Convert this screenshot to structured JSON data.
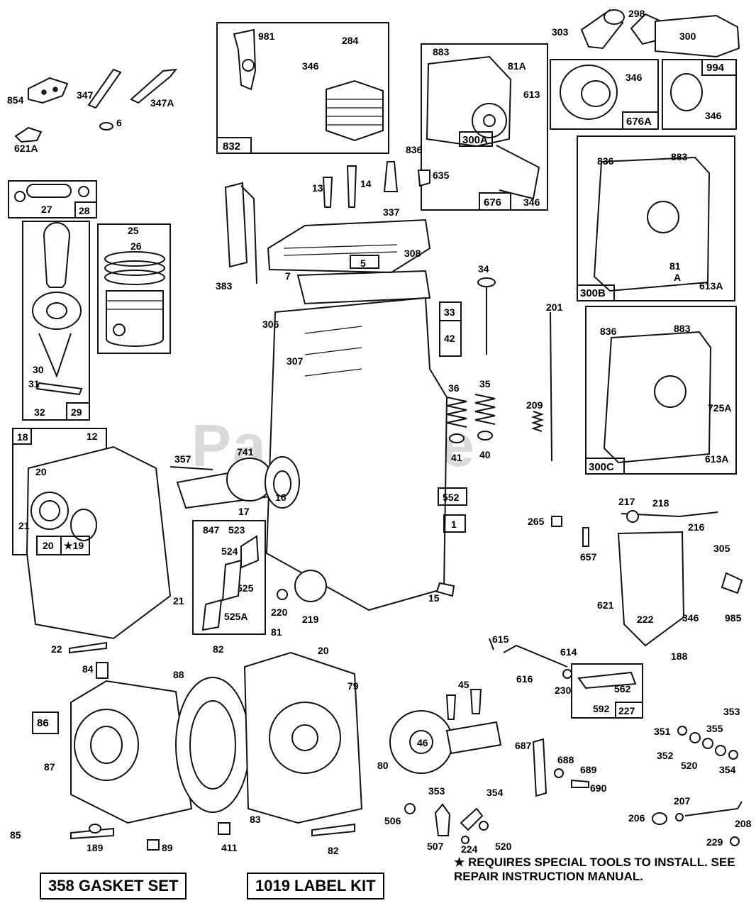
{
  "watermark": "PartsTree",
  "callouts": {
    "c981": "981",
    "c284": "284",
    "c346a": "346",
    "c832": "832",
    "c303": "303",
    "c298": "298",
    "c300": "300",
    "c994": "994",
    "c346b": "346",
    "c676A": "676A",
    "c346c": "346",
    "c883a": "883",
    "c81A": "81A",
    "c613": "613",
    "c300A": "300A",
    "c836a": "836",
    "c676": "676",
    "c346d": "346",
    "c854": "854",
    "c347": "347",
    "c347A": "347A",
    "c6": "6",
    "c621A": "621A",
    "c27": "27",
    "c28": "28",
    "c13": "13",
    "c14": "14",
    "c337": "337",
    "c635": "635",
    "c836b": "836",
    "c883b": "883",
    "c81": "81",
    "cA": "A",
    "c613A": "613A",
    "c300B": "300B",
    "c25": "25",
    "c26": "26",
    "c383": "383",
    "c308": "308",
    "c5": "5",
    "c7": "7",
    "c34": "34",
    "c33": "33",
    "c42": "42",
    "c306": "306",
    "c307": "307",
    "c201": "201",
    "c836c": "836",
    "c883c": "883",
    "c725A": "725A",
    "c613Ab": "613A",
    "c300C": "300C",
    "c30": "30",
    "c31": "31",
    "c32": "32",
    "c29": "29",
    "c36": "36",
    "c35": "35",
    "c41": "41",
    "c40": "40",
    "c209": "209",
    "c18": "18",
    "c12": "12",
    "c357": "357",
    "c741": "741",
    "c20a": "20",
    "c21a": "21",
    "c20b": "20",
    "c19": "★19",
    "c16": "16",
    "c17": "17",
    "c552": "552",
    "c1": "1",
    "c847": "847",
    "c523": "523",
    "c524": "524",
    "c525": "525",
    "c525A": "525A",
    "c21b": "21",
    "c220": "220",
    "c219": "219",
    "c15": "15",
    "c217": "217",
    "c218": "218",
    "c265": "265",
    "c216": "216",
    "c657": "657",
    "c305": "305",
    "c621": "621",
    "c346e": "346",
    "c985": "985",
    "c222": "222",
    "c188": "188",
    "c22": "22",
    "c82a": "82",
    "c81b": "81",
    "c20c": "20",
    "c84": "84",
    "c88": "88",
    "c79": "79",
    "c86": "86",
    "c87": "87",
    "c80": "80",
    "c83": "83",
    "c85": "85",
    "c189": "189",
    "c89": "89",
    "c411": "411",
    "c82b": "82",
    "c615": "615",
    "c614": "614",
    "c616": "616",
    "c230": "230",
    "c562": "562",
    "c592": "592",
    "c227": "227",
    "c45": "45",
    "c46": "46",
    "c353a": "353",
    "c351": "351",
    "c355": "355",
    "c352": "352",
    "c520a": "520",
    "c354a": "354",
    "c687": "687",
    "c688": "688",
    "c689": "689",
    "c690": "690",
    "c353b": "353",
    "c354b": "354",
    "c506": "506",
    "c507": "507",
    "c224": "224",
    "c520b": "520",
    "c207": "207",
    "c206": "206",
    "c208": "208",
    "c229": "229"
  },
  "kits": {
    "gasket_set": "358 GASKET SET",
    "label_kit": "1019 LABEL KIT"
  },
  "note": "★ REQUIRES SPECIAL TOOLS TO INSTALL. SEE REPAIR INSTRUCTION MANUAL."
}
